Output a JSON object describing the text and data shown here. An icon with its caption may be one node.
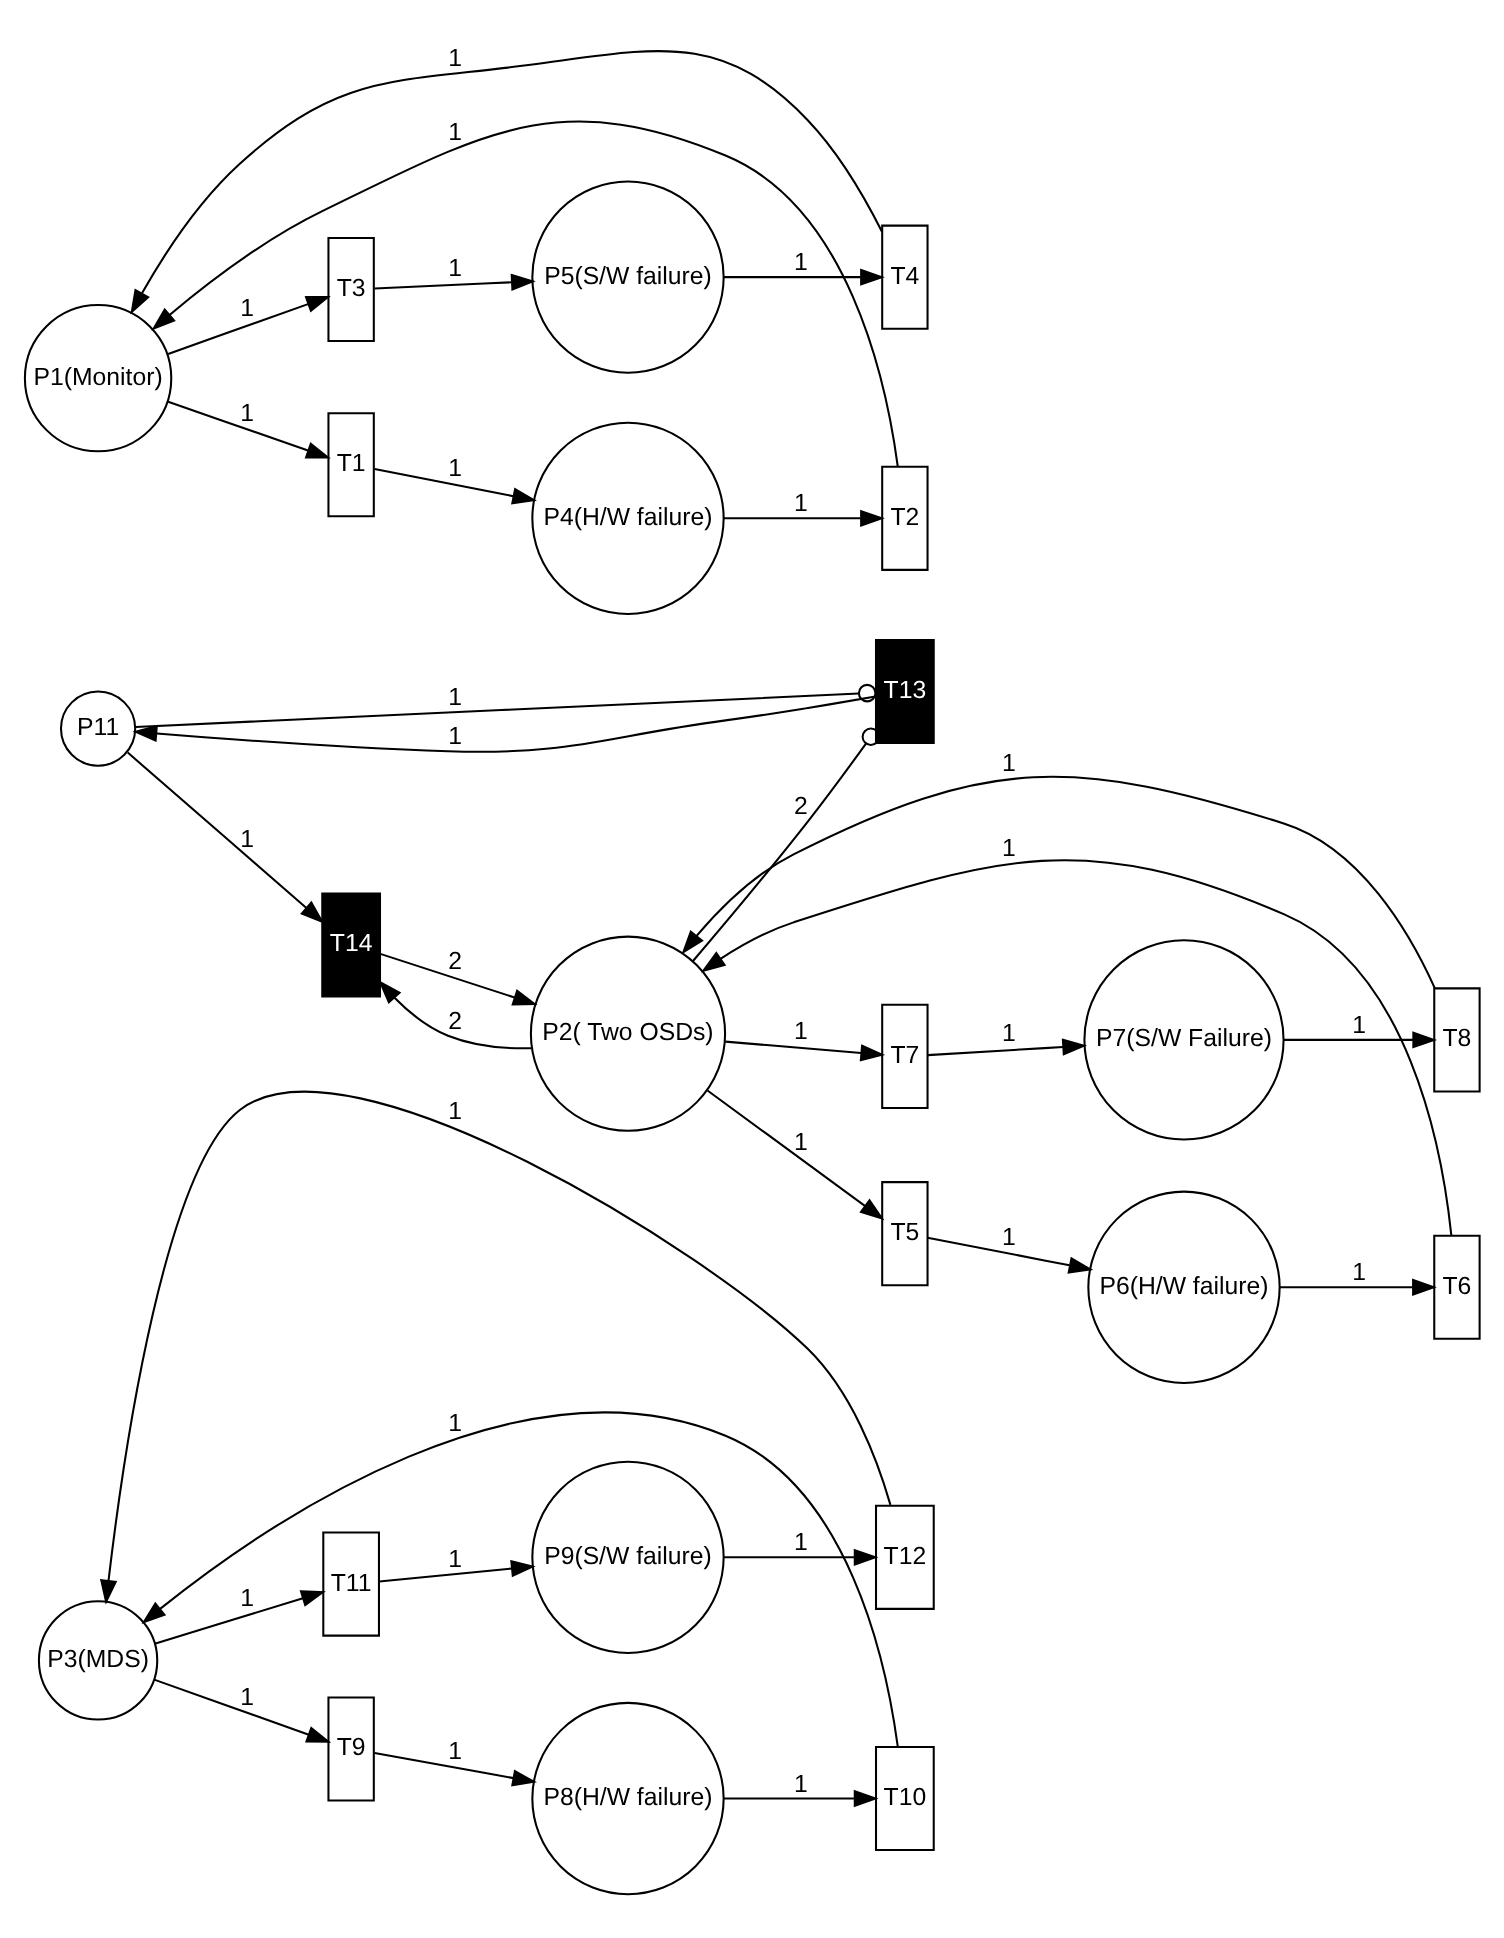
{
  "diagram": {
    "nodes": [
      {
        "text": [
          "P1(Monitor)"
        ]
      },
      {
        "text": [
          "T1"
        ]
      },
      {
        "text": [
          "P4(H/W failure)"
        ]
      },
      {
        "text": [
          "T2"
        ]
      },
      {
        "text": [
          "T3"
        ]
      },
      {
        "text": [
          "P5(S/W failure)"
        ]
      },
      {
        "text": [
          "T4"
        ]
      },
      {
        "text": [
          "T14"
        ]
      },
      {
        "text": [
          "P2( Two OSDs)"
        ]
      },
      {
        "text": [
          "T5"
        ]
      },
      {
        "text": [
          "P6(H/W failure)"
        ]
      },
      {
        "text": [
          "T6"
        ]
      },
      {
        "text": [
          "T7"
        ]
      },
      {
        "text": [
          "P7(S/W Failure)"
        ]
      },
      {
        "text": [
          "T8"
        ]
      },
      {
        "text": [
          "P11"
        ]
      },
      {
        "text": [
          "T13"
        ]
      },
      {
        "text": [
          "P3(MDS)"
        ]
      },
      {
        "text": [
          "T9"
        ]
      },
      {
        "text": [
          "P8(H/W failure)"
        ]
      },
      {
        "text": [
          "T10"
        ]
      },
      {
        "text": [
          "T11"
        ]
      },
      {
        "text": [
          "P9(S/W failure)"
        ]
      },
      {
        "text": [
          "T12"
        ]
      }
    ],
    "edges": [
      {
        "from": 0,
        "to": 1,
        "arrow": "to",
        "label": "1"
      },
      {
        "from": 1,
        "to": 2,
        "arrow": "to",
        "label": "1"
      },
      {
        "from": 2,
        "to": 3,
        "arrow": "to",
        "label": "1"
      },
      {
        "from": 3,
        "to": 0,
        "arrow": "to",
        "label": "1"
      },
      {
        "from": 0,
        "to": 4,
        "arrow": "to",
        "label": "1"
      },
      {
        "from": 4,
        "to": 5,
        "arrow": "to",
        "label": "1"
      },
      {
        "from": 5,
        "to": 6,
        "arrow": "to",
        "label": "1"
      },
      {
        "from": 6,
        "to": 0,
        "arrow": "to",
        "label": "1"
      },
      {
        "from": 8,
        "to": 7,
        "arrow": "to",
        "label": "2"
      },
      {
        "from": 7,
        "to": 8,
        "arrow": "to",
        "label": "2"
      },
      {
        "from": 8,
        "to": 9,
        "arrow": "to",
        "label": "1"
      },
      {
        "from": 9,
        "to": 10,
        "arrow": "to",
        "label": "1"
      },
      {
        "from": 10,
        "to": 11,
        "arrow": "to",
        "label": "1"
      },
      {
        "from": 11,
        "to": 8,
        "arrow": "to",
        "label": "1"
      },
      {
        "from": 8,
        "to": 12,
        "arrow": "to",
        "label": "1"
      },
      {
        "from": 12,
        "to": 13,
        "arrow": "to",
        "label": "1"
      },
      {
        "from": 13,
        "to": 14,
        "arrow": "to",
        "label": "1"
      },
      {
        "from": 14,
        "to": 8,
        "arrow": "to",
        "label": "1"
      },
      {
        "from": 15,
        "to": 7,
        "arrow": "to",
        "label": "1"
      },
      {
        "from": 15,
        "to": 16,
        "arrow": "other",
        "label": "1"
      },
      {
        "from": 16,
        "to": 15,
        "arrow": "to",
        "label": "1"
      },
      {
        "from": 8,
        "to": 16,
        "arrow": "other",
        "label": "2"
      },
      {
        "from": 17,
        "to": 18,
        "arrow": "to",
        "label": "1"
      },
      {
        "from": 18,
        "to": 19,
        "arrow": "to",
        "label": "1"
      },
      {
        "from": 19,
        "to": 20,
        "arrow": "to",
        "label": "1"
      },
      {
        "from": 20,
        "to": 17,
        "arrow": "to",
        "label": "1"
      },
      {
        "from": 17,
        "to": 21,
        "arrow": "to",
        "label": "1"
      },
      {
        "from": 21,
        "to": 22,
        "arrow": "to",
        "label": "1"
      },
      {
        "from": 22,
        "to": 23,
        "arrow": "to",
        "label": "1"
      },
      {
        "from": 23,
        "to": 17,
        "arrow": "to",
        "label": "1"
      }
    ]
  }
}
